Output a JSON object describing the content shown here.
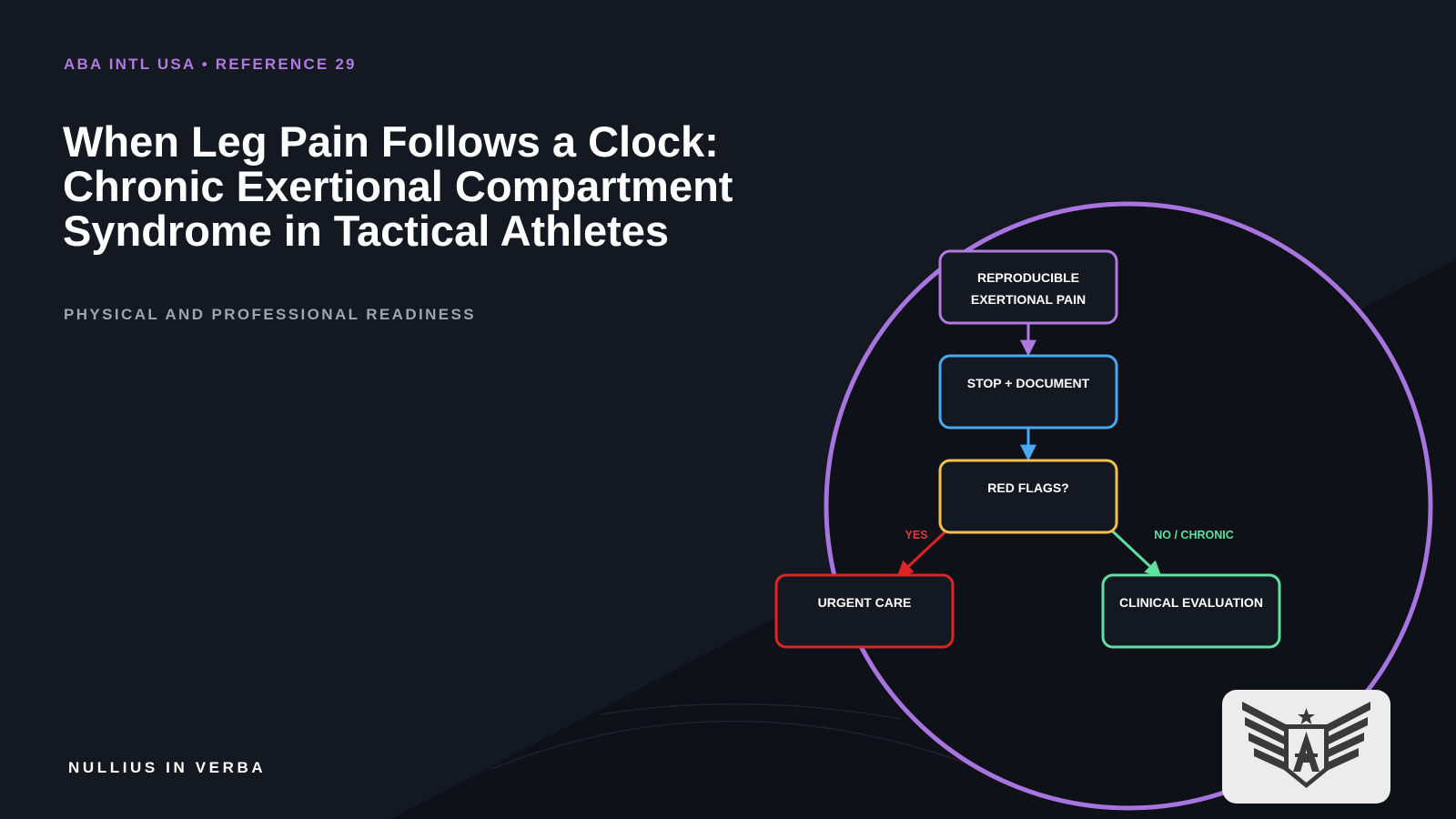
{
  "header": {
    "eyebrow": "ABA INTL USA • REFERENCE 29",
    "title_lines": [
      "When Leg Pain Follows a Clock:",
      "Chronic Exertional Compartment",
      "Syndrome in Tactical Athletes"
    ],
    "subtitle": "PHYSICAL AND PROFESSIONAL READINESS"
  },
  "footer": {
    "motto": "NULLIUS IN VERBA"
  },
  "diagram": {
    "nodes": [
      {
        "id": "pain",
        "lines": [
          "REPRODUCIBLE",
          "EXERTIONAL PAIN"
        ],
        "color": "#b07ae0"
      },
      {
        "id": "stop",
        "lines": [
          "STOP + DOCUMENT"
        ],
        "color": "#4aa8f0"
      },
      {
        "id": "flags",
        "lines": [
          "RED FLAGS?"
        ],
        "color": "#f5c04a"
      },
      {
        "id": "urgent",
        "lines": [
          "URGENT CARE"
        ],
        "color": "#e02424"
      },
      {
        "id": "clinical",
        "lines": [
          "CLINICAL EVALUATION"
        ],
        "color": "#5ee0a0"
      }
    ],
    "edges": [
      {
        "from": "pain",
        "to": "stop",
        "label": "",
        "color": "#b07ae0"
      },
      {
        "from": "stop",
        "to": "flags",
        "label": "",
        "color": "#4aa8f0"
      },
      {
        "from": "flags",
        "to": "urgent",
        "label": "YES",
        "color": "#e02424"
      },
      {
        "from": "flags",
        "to": "clinical",
        "label": "NO / CHRONIC",
        "color": "#5ee0a0"
      }
    ],
    "ring_color": "#a874e0"
  },
  "logo": {
    "icon": "winged-shield-logo-icon",
    "letter": "A"
  }
}
